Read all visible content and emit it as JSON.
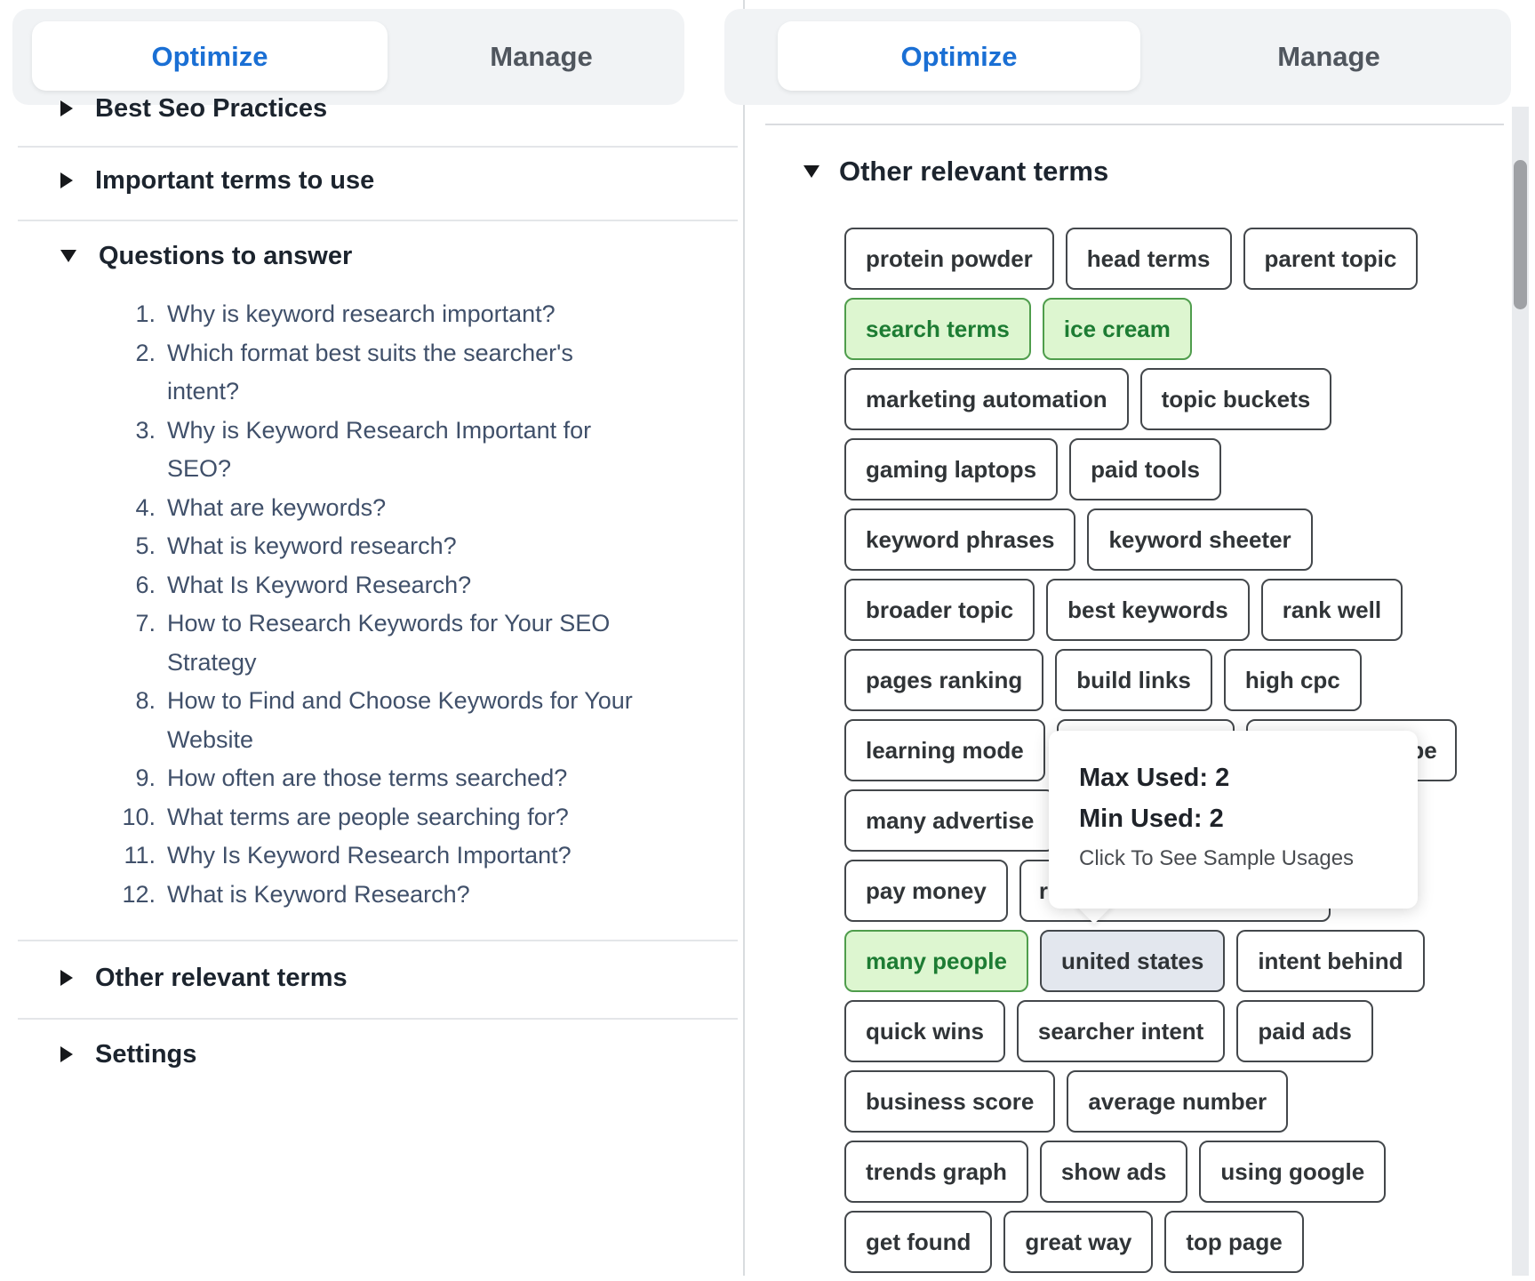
{
  "colors": {
    "accent_blue": "#1a6fd4",
    "chip_border": "#43474b",
    "chip_added_bg": "#ddf6d0",
    "chip_added_border": "#4f9d4c",
    "chip_added_text": "#1d7c33",
    "chip_selected_bg": "#e3e7ee",
    "tabbar_bg": "#f1f3f5"
  },
  "left_panel": {
    "tabs": {
      "optimize": "Optimize",
      "manage": "Manage"
    },
    "sections": {
      "best_seo_practices": "Best Seo Practices",
      "important_terms": "Important terms to use",
      "questions_to_answer": "Questions to answer",
      "other_relevant_terms": "Other relevant terms",
      "settings": "Settings"
    },
    "questions": [
      "Why is keyword research important?",
      "Which format best suits the searcher's intent?",
      "Why is Keyword Research Important for SEO?",
      "What are keywords?",
      "What is keyword research?",
      "What Is Keyword Research?",
      "How to Research Keywords for Your SEO Strategy",
      "How to Find and Choose Keywords for Your Website",
      "How often are those terms searched?",
      "What terms are people searching for?",
      "Why Is Keyword Research Important?",
      "What is Keyword Research?"
    ]
  },
  "right_panel": {
    "tabs": {
      "optimize": "Optimize",
      "manage": "Manage"
    },
    "section_header": "Other relevant terms",
    "chip_rows": [
      [
        {
          "label": "protein powder",
          "state": "default"
        },
        {
          "label": "head terms",
          "state": "default"
        },
        {
          "label": "parent topic",
          "state": "default"
        }
      ],
      [
        {
          "label": "search terms",
          "state": "added"
        },
        {
          "label": "ice cream",
          "state": "added"
        }
      ],
      [
        {
          "label": "marketing automation",
          "state": "default"
        },
        {
          "label": "topic buckets",
          "state": "default"
        }
      ],
      [
        {
          "label": "gaming laptops",
          "state": "default"
        },
        {
          "label": "paid tools",
          "state": "default"
        }
      ],
      [
        {
          "label": "keyword phrases",
          "state": "default"
        },
        {
          "label": "keyword sheeter",
          "state": "default"
        }
      ],
      [
        {
          "label": "broader topic",
          "state": "default"
        },
        {
          "label": "best keywords",
          "state": "default"
        },
        {
          "label": "rank well",
          "state": "default"
        }
      ],
      [
        {
          "label": "pages ranking",
          "state": "default"
        },
        {
          "label": "build links",
          "state": "default"
        },
        {
          "label": "high cpc",
          "state": "default"
        }
      ],
      [
        {
          "label": "learning mode",
          "state": "default"
        },
        {
          "label": "",
          "state": "default"
        },
        {
          "label": "pe",
          "state": "default"
        }
      ],
      [
        {
          "label": "many advertise",
          "state": "default"
        }
      ],
      [
        {
          "label": "pay money",
          "state": "default"
        },
        {
          "label": "r",
          "state": "default"
        }
      ],
      [
        {
          "label": "many people",
          "state": "added"
        },
        {
          "label": "united states",
          "state": "selected"
        },
        {
          "label": "intent behind",
          "state": "default"
        }
      ],
      [
        {
          "label": "quick wins",
          "state": "default"
        },
        {
          "label": "searcher intent",
          "state": "default"
        },
        {
          "label": "paid ads",
          "state": "default"
        }
      ],
      [
        {
          "label": "business score",
          "state": "default"
        },
        {
          "label": "average number",
          "state": "default"
        }
      ],
      [
        {
          "label": "trends graph",
          "state": "default"
        },
        {
          "label": "show ads",
          "state": "default"
        },
        {
          "label": "using google",
          "state": "default"
        }
      ],
      [
        {
          "label": "get found",
          "state": "default"
        },
        {
          "label": "great way",
          "state": "default"
        },
        {
          "label": "top page",
          "state": "default"
        }
      ]
    ],
    "tooltip": {
      "lines": [
        "Max Used: 2",
        "Min Used: 2"
      ],
      "hint": "Click To See Sample Usages"
    }
  }
}
